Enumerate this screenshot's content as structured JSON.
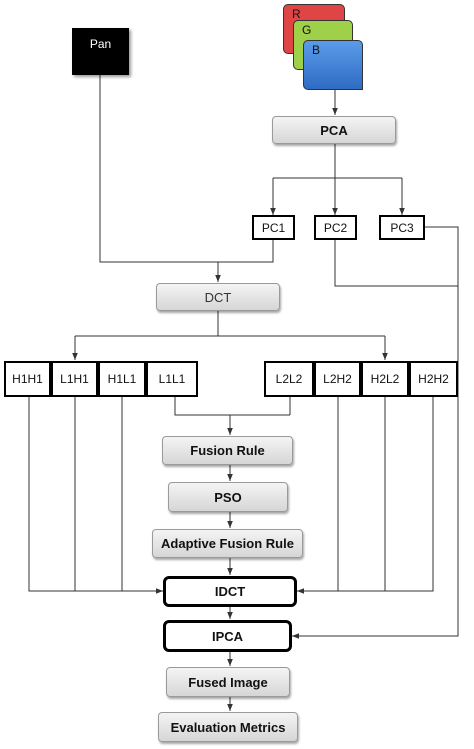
{
  "nodes": {
    "pan": "Pan",
    "r": "R",
    "g": "G",
    "b": "B",
    "pca": "PCA",
    "pc1": "PC1",
    "pc2": "PC2",
    "pc3": "PC3",
    "dct": "DCT",
    "h1h1": "H1H1",
    "l1h1": "L1H1",
    "h1l1": "H1L1",
    "l1l1": "L1L1",
    "l2l2": "L2L2",
    "l2h2": "L2H2",
    "h2l2": "H2L2",
    "h2h2": "H2H2",
    "fusion_rule": "Fusion Rule",
    "pso": "PSO",
    "adaptive_fusion_rule": "Adaptive Fusion Rule",
    "idct": "IDCT",
    "ipca": "IPCA",
    "fused_image": "Fused Image",
    "evaluation_metrics": "Evaluation Metrics"
  },
  "colors": {
    "r_band": "#e04545",
    "g_band": "#9fd04a",
    "b_band": "#3d7fd6",
    "pan_box": "#000000"
  }
}
